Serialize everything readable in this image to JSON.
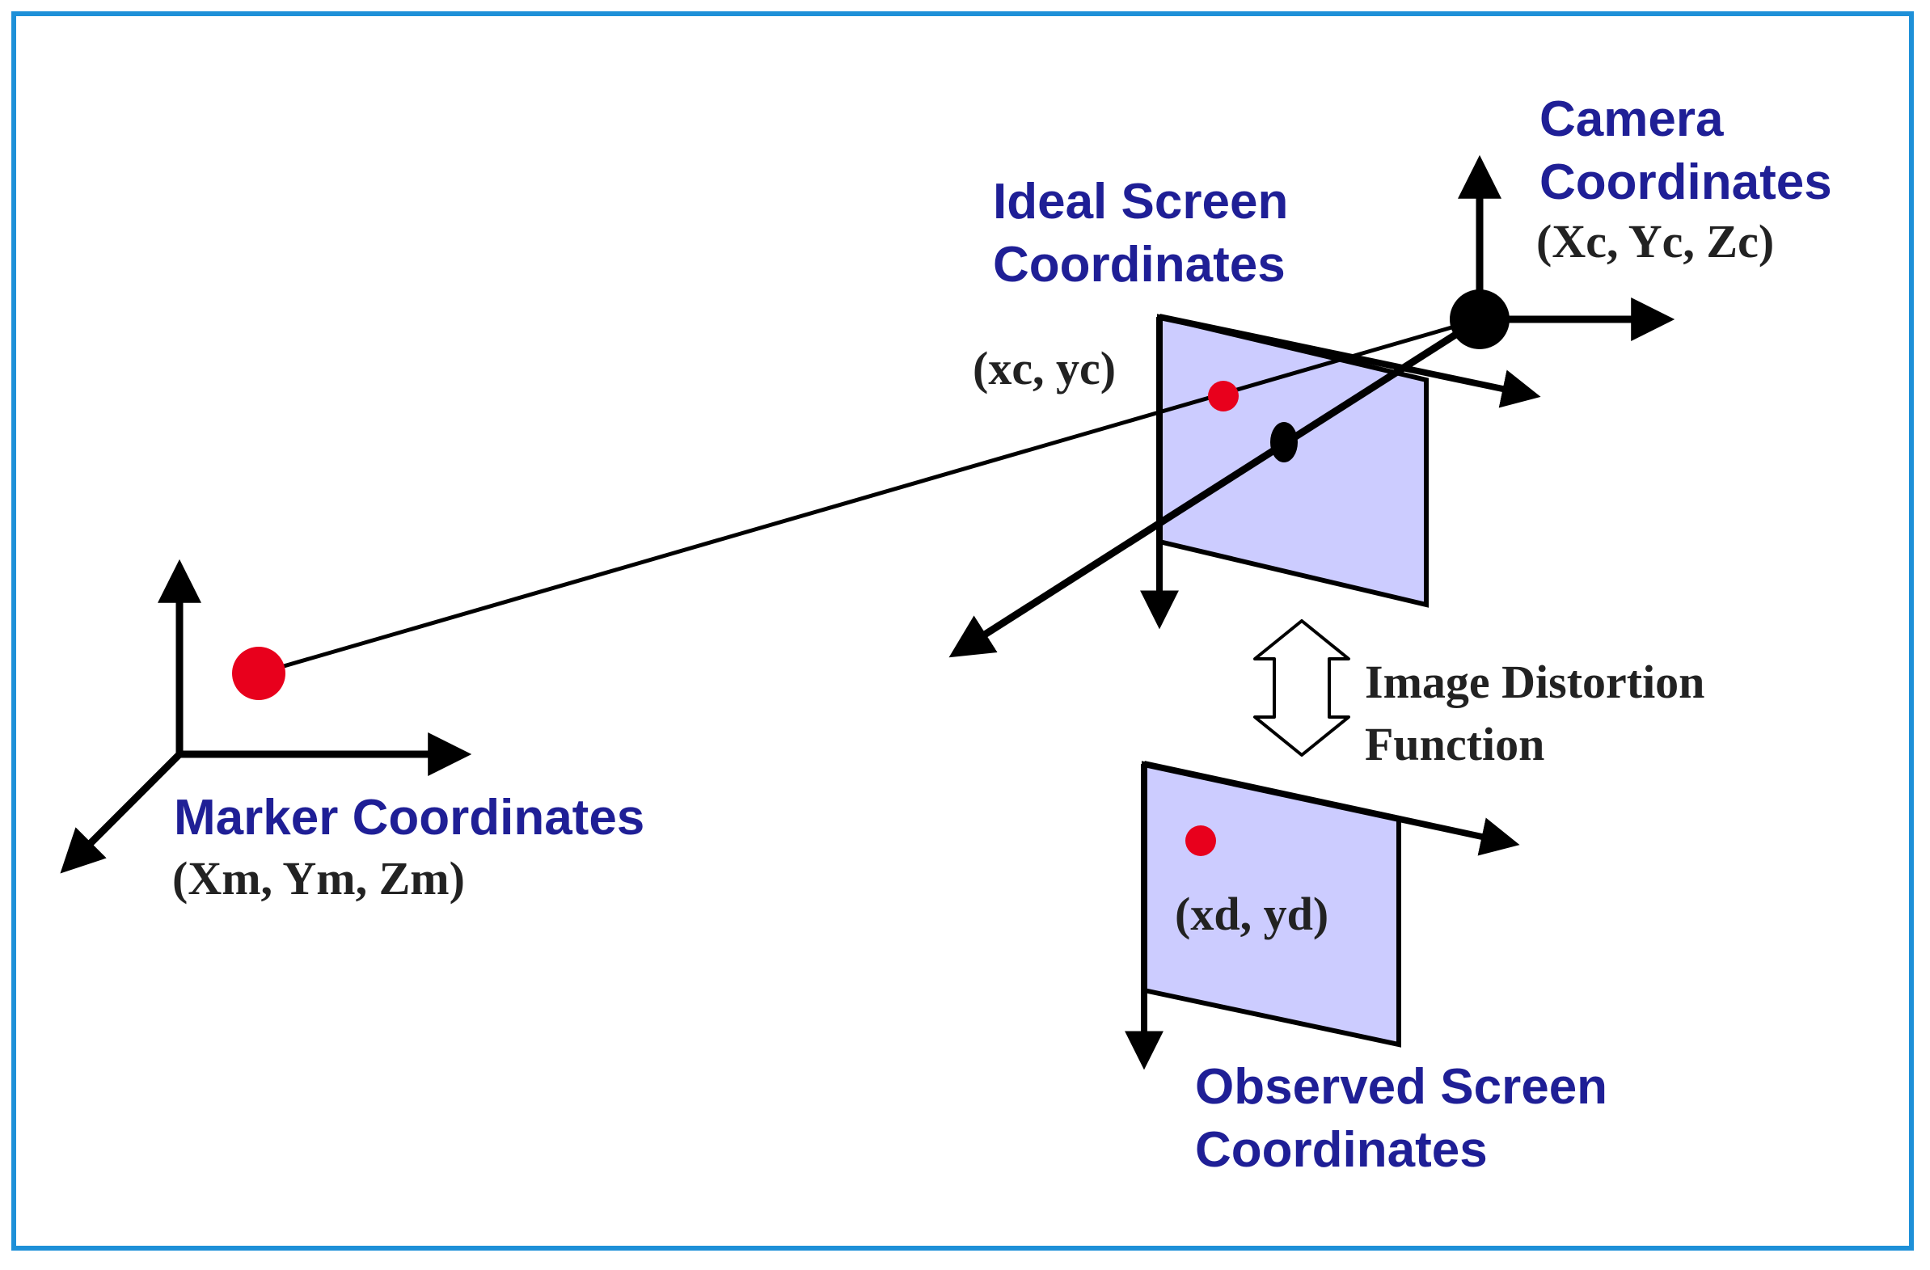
{
  "labels": {
    "camera_line1": "Camera",
    "camera_line2": "Coordinates",
    "camera_coords": "(Xc, Yc, Zc)",
    "ideal_line1": "Ideal Screen",
    "ideal_line2": "Coordinates",
    "ideal_point": "(xc, yc)",
    "distortion_line1": "Image Distortion",
    "distortion_line2": "Function",
    "marker_line1": "Marker Coordinates",
    "marker_coords": "(Xm, Ym, Zm)",
    "observed_point": "(xd, yd)",
    "observed_line1": "Observed Screen",
    "observed_line2": "Coordinates"
  },
  "colors": {
    "frame": "#1e90d8",
    "label_blue": "#1f1f96",
    "screen_fill": "#ccccff",
    "point_red": "#e8001c",
    "axis_black": "#000000"
  }
}
